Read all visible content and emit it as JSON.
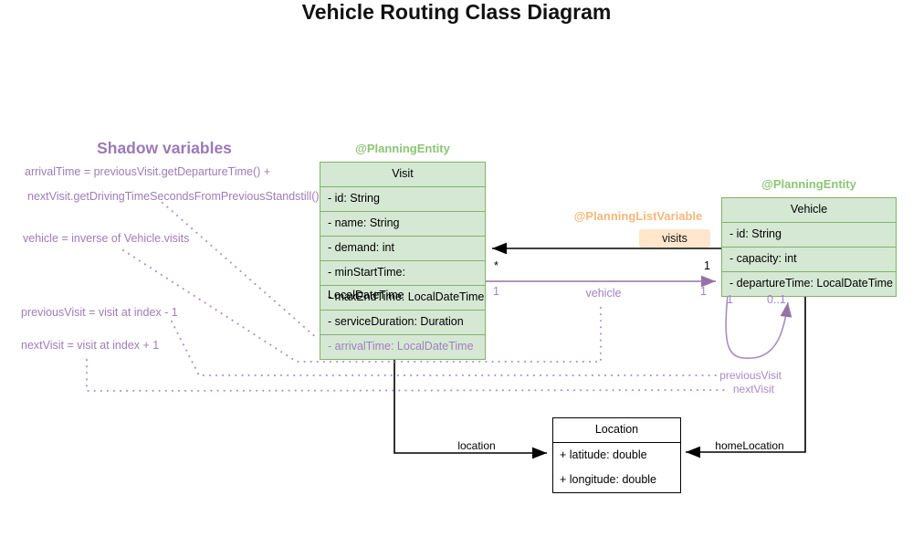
{
  "title": "Vehicle Routing Class Diagram",
  "shadow_panel": {
    "heading": "Shadow variables",
    "annotations": [
      "arrivalTime = previousVisit.getDepartureTime() +",
      "nextVisit.getDrivingTimeSecondsFromPreviousStandstill()",
      "vehicle = inverse of Vehicle.visits",
      "previousVisit = visit at index - 1",
      "nextVisit = visit at index + 1"
    ]
  },
  "classes": {
    "visit": {
      "stereotype": "@PlanningEntity",
      "name": "Visit",
      "fields": [
        "- id: String",
        "- name: String",
        "- demand: int",
        "- minStartTime: LocalDateTime",
        "- maxEndTime: LocalDateTime",
        "- serviceDuration: Duration",
        "- arrivalTime: LocalDateTime"
      ]
    },
    "vehicle": {
      "stereotype": "@PlanningEntity",
      "name": "Vehicle",
      "fields": [
        "- id: String",
        "- capacity: int",
        "- departureTime: LocalDateTime"
      ]
    },
    "location": {
      "name": "Location",
      "fields": [
        "+ latitude: double",
        "+ longitude: double"
      ]
    }
  },
  "associations": {
    "visits": {
      "stereotype": "@PlanningListVariable",
      "label": "visits",
      "visit_mult": "*",
      "vehicle_mult": "1"
    },
    "vehicle": {
      "label": "vehicle",
      "left_mult": "1",
      "right_mult": "1"
    },
    "self_loop": {
      "left_mult": "1",
      "right_mult": "0..1",
      "previous_visit_label": "previousVisit",
      "next_visit_label": "nextVisit"
    },
    "location": {
      "label": "location"
    },
    "home_location": {
      "label": "homeLocation"
    }
  },
  "colors": {
    "class_fill": "#d5e8d4",
    "class_stroke": "#82b366",
    "stereotype_green": "#8cc575",
    "stereotype_orange": "#f5b87a",
    "badge_fill": "#ffe6cc",
    "purple_solid": "#9673a6",
    "purple_dotted": "#a98cc4",
    "black": "#000000"
  }
}
